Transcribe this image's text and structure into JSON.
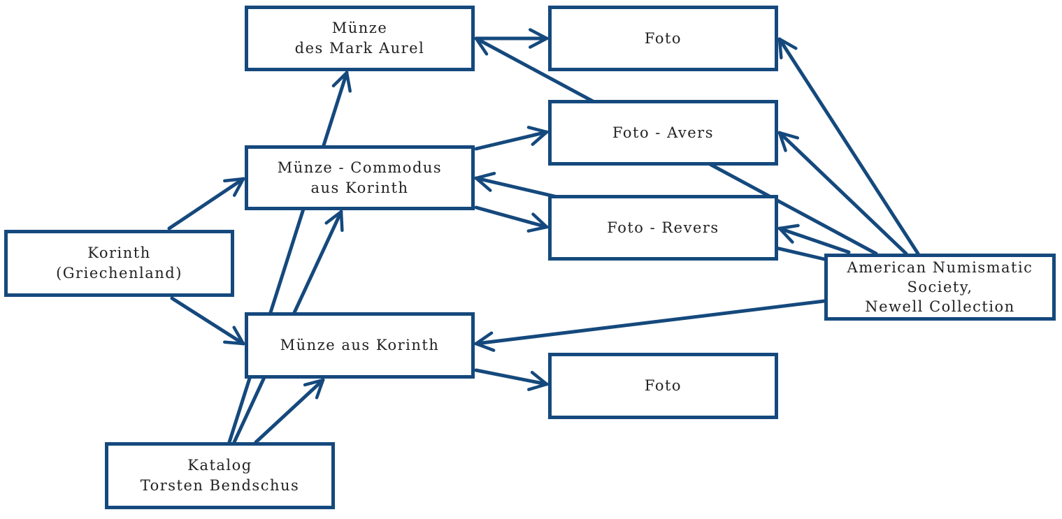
{
  "colors": {
    "node_border": "#15497d",
    "edge": "#15497d",
    "text": "#222222",
    "background": "#ffffff"
  },
  "nodes": [
    {
      "id": "muenze-mark-aurel",
      "lines": [
        "Münze",
        "des Mark Aurel"
      ]
    },
    {
      "id": "foto-mark-aurel",
      "lines": [
        "Foto"
      ]
    },
    {
      "id": "foto-avers",
      "lines": [
        "Foto - Avers"
      ]
    },
    {
      "id": "muenze-commodus",
      "lines": [
        "Münze - Commodus",
        "aus Korinth"
      ]
    },
    {
      "id": "foto-revers",
      "lines": [
        "Foto - Revers"
      ]
    },
    {
      "id": "korinth",
      "lines": [
        "Korinth",
        "(Griechenland)"
      ]
    },
    {
      "id": "ans",
      "lines": [
        "American Numismatic",
        "Society,",
        "Newell Collection"
      ]
    },
    {
      "id": "muenze-korinth",
      "lines": [
        "Münze aus Korinth"
      ]
    },
    {
      "id": "foto-korinth",
      "lines": [
        "Foto"
      ]
    },
    {
      "id": "katalog",
      "lines": [
        "Katalog",
        "Torsten Bendschus"
      ]
    }
  ],
  "edges": [
    {
      "from": "korinth",
      "to": "muenze-commodus"
    },
    {
      "from": "korinth",
      "to": "muenze-korinth"
    },
    {
      "from": "katalog",
      "to": "muenze-mark-aurel"
    },
    {
      "from": "katalog",
      "to": "muenze-commodus"
    },
    {
      "from": "katalog",
      "to": "muenze-korinth"
    },
    {
      "from": "muenze-mark-aurel",
      "to": "foto-mark-aurel"
    },
    {
      "from": "muenze-commodus",
      "to": "foto-avers"
    },
    {
      "from": "muenze-commodus",
      "to": "foto-revers"
    },
    {
      "from": "muenze-korinth",
      "to": "foto-korinth"
    },
    {
      "from": "ans",
      "to": "foto-mark-aurel"
    },
    {
      "from": "ans",
      "to": "foto-avers"
    },
    {
      "from": "ans",
      "to": "foto-revers"
    },
    {
      "from": "ans",
      "to": "muenze-mark-aurel"
    },
    {
      "from": "ans",
      "to": "muenze-commodus"
    },
    {
      "from": "ans",
      "to": "muenze-korinth"
    }
  ]
}
